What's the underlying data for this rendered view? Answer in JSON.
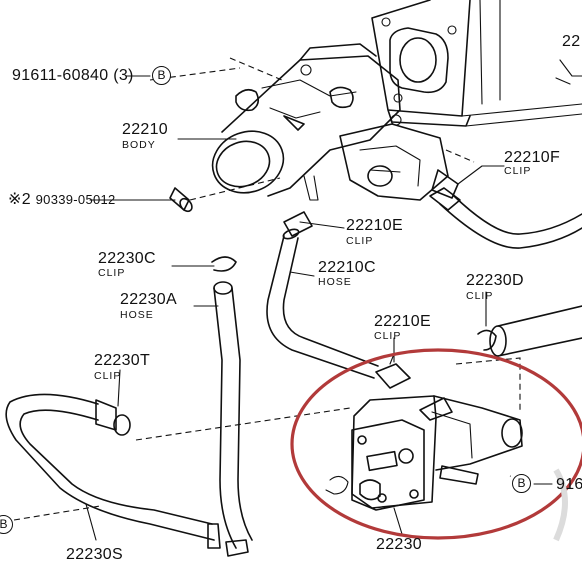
{
  "colors": {
    "ink": "#111111",
    "highlight": "#b23a3a",
    "background": "#ffffff"
  },
  "labels": {
    "p91611": {
      "part": "91611-60840",
      "qty": "(3)"
    },
    "p22210": {
      "part": "22210",
      "name": "BODY"
    },
    "p90339": {
      "mark": "※2",
      "part": "90339-05012"
    },
    "p22210F": {
      "part": "22210F",
      "name": "CLIP"
    },
    "p22210E_top": {
      "part": "22210E",
      "name": "CLIP"
    },
    "p22230C": {
      "part": "22230C",
      "name": "CLIP"
    },
    "p22210C": {
      "part": "22210C",
      "name": "HOSE"
    },
    "p22230D": {
      "part": "22230D",
      "name": "CLIP"
    },
    "p22230A": {
      "part": "22230A",
      "name": "HOSE"
    },
    "p22210E_mid": {
      "part": "22210E",
      "name": "CLIP"
    },
    "p22230T": {
      "part": "22230T",
      "name": "CLIP"
    },
    "p22230": {
      "part": "22230"
    },
    "p22230S": {
      "part": "22230S"
    },
    "p91_right": {
      "part": "916"
    },
    "top_right": {
      "part": "22"
    }
  },
  "ref_marks": {
    "b1": "B",
    "b2": "B",
    "b3": "B"
  }
}
